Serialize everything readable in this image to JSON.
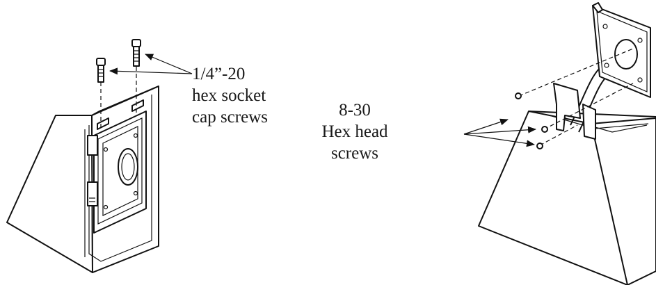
{
  "labels": {
    "cap_screws": {
      "line1": "1/4”-20",
      "line2": "hex socket",
      "line3": "cap screws"
    },
    "hex_screws": {
      "line1": "8-30",
      "line2": "Hex head",
      "line3": "screws"
    }
  }
}
